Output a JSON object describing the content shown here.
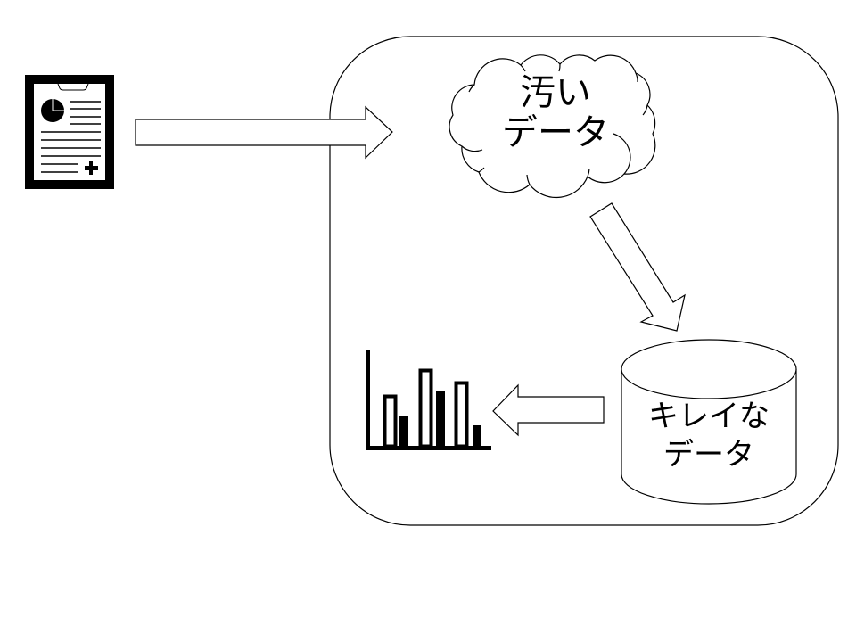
{
  "diagram": {
    "source_icon": "medical-report-clipboard-icon",
    "process_container": "rounded-rectangle",
    "cloud": {
      "shape": "cloud",
      "line1": "汚い",
      "line2": "データ"
    },
    "database": {
      "shape": "cylinder",
      "line1": "キレイな",
      "line2": "データ"
    },
    "output_icon": "bar-chart-icon",
    "arrows": [
      {
        "from": "medical-report",
        "to": "process-container",
        "direction": "right"
      },
      {
        "from": "dirty-data-cloud",
        "to": "clean-data-database",
        "direction": "down-right"
      },
      {
        "from": "clean-data-database",
        "to": "bar-chart",
        "direction": "left"
      }
    ],
    "colors": {
      "stroke": "#000000",
      "fill": "#ffffff"
    }
  }
}
